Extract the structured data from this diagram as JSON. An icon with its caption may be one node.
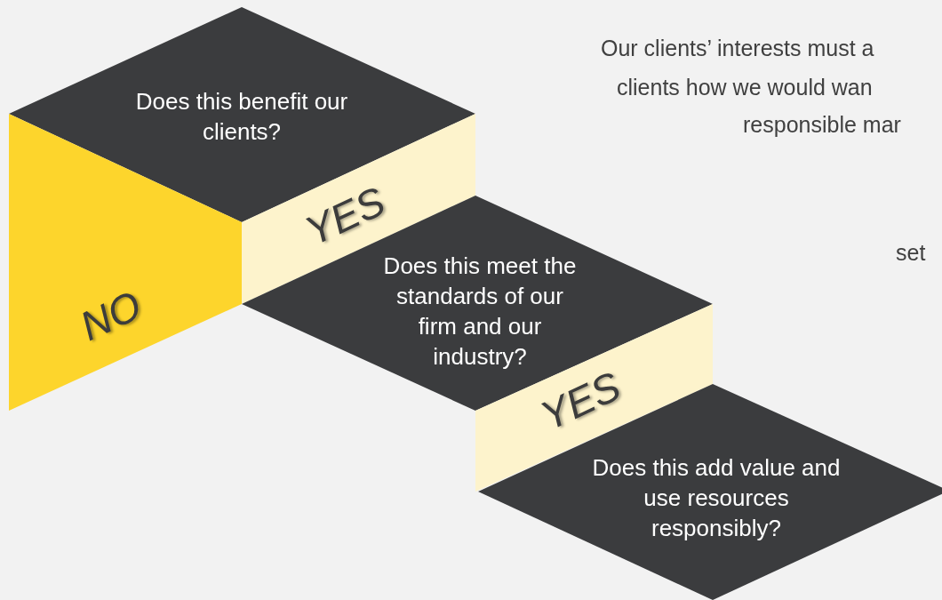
{
  "diagram": {
    "nodes": [
      {
        "text": [
          "Does this benefit our clients?"
        ]
      },
      {
        "text": [
          "NO"
        ]
      },
      {
        "text": [
          "YES"
        ]
      },
      {
        "text": [
          "Does this meet the standards of our firm and our industry?"
        ]
      },
      {
        "text": [
          "YES"
        ]
      },
      {
        "text": [
          "Does this add value and use resources responsibly?"
        ]
      }
    ],
    "edges": [],
    "labels": [
      "Our clients’ interests must a",
      "clients how we would wan",
      "responsible mar",
      "set"
    ]
  }
}
